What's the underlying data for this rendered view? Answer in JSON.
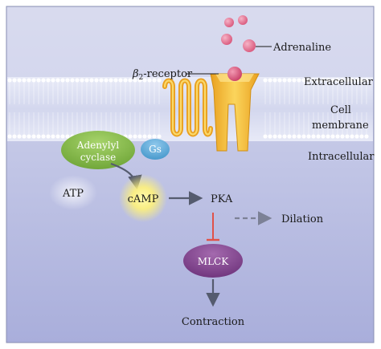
{
  "labels": {
    "adrenaline": "Adrenaline",
    "receptor_prefix": "β",
    "receptor_sub": "2",
    "receptor_suffix": "-receptor",
    "extracellular": "Extracellular",
    "cell": "Cell",
    "membrane": "membrane",
    "intracellular": "Intracellular",
    "adenylyl": "Adenylyl",
    "cyclase": "cyclase",
    "gs": "Gs",
    "atp": "ATP",
    "camp": "cAMP",
    "pka": "PKA",
    "dilation": "Dilation",
    "mlck": "MLCK",
    "contraction": "Contraction"
  },
  "colors": {
    "background_top": "#c9cde8",
    "background_bottom": "#aeb3de",
    "lipid_head": "#ffffff",
    "receptor": "#f3b52c",
    "receptor_light": "#fbd96a",
    "adrenaline": "#e77d9a",
    "adenylyl_cyclase": "#7fb541",
    "gs": "#5aa9d9",
    "mlck": "#7a3f86",
    "camp_glow": "#fff27a",
    "arrow": "#555b6e",
    "inhibit": "#e0524a"
  }
}
